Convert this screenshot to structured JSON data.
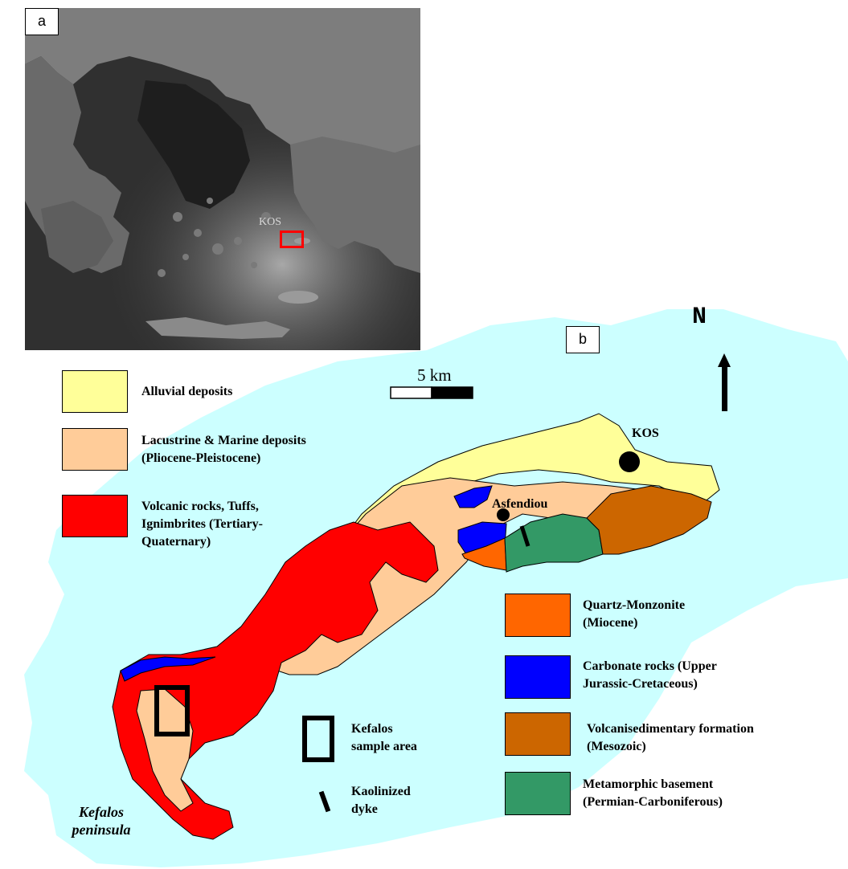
{
  "panel_a": {
    "label": "a",
    "kos_label": "KOS"
  },
  "panel_b": {
    "label": "b",
    "north_label": "N",
    "scale_label": "5 km",
    "places": {
      "kos": "KOS",
      "asfendiou": "Asfendiou",
      "kefalos_peninsula": "Kefalos\npeninsula"
    }
  },
  "legend": {
    "left": [
      {
        "label": "Alluvial deposits",
        "color": "#ffff99"
      },
      {
        "label": "Lacustrine & Marine deposits\n(Pliocene-Pleistocene)",
        "color": "#ffcc99"
      },
      {
        "label": "Volcanic rocks, Tuffs,\nIgnimbrites (Tertiary-\nQuaternary)",
        "color": "#ff0000"
      }
    ],
    "symbols": [
      {
        "label": "Kefalos\nsample area",
        "symbol": "open-rectangle-symbol"
      },
      {
        "label": "Kaolinized\ndyke",
        "symbol": "dyke-bar-symbol"
      }
    ],
    "right": [
      {
        "label": "Quartz-Monzonite\n(Miocene)",
        "color": "#ff6600"
      },
      {
        "label": "Carbonate rocks (Upper\nJurassic-Cretaceous)",
        "color": "#0000ff"
      },
      {
        "label": "Volcanisedimentary formation\n(Mesozoic)",
        "color": "#cc6600"
      },
      {
        "label": "Metamorphic basement\n(Permian-Carboniferous)",
        "color": "#339966"
      }
    ]
  },
  "colors": {
    "sea": "#ccffff",
    "highlight_box": "#ff0000"
  }
}
